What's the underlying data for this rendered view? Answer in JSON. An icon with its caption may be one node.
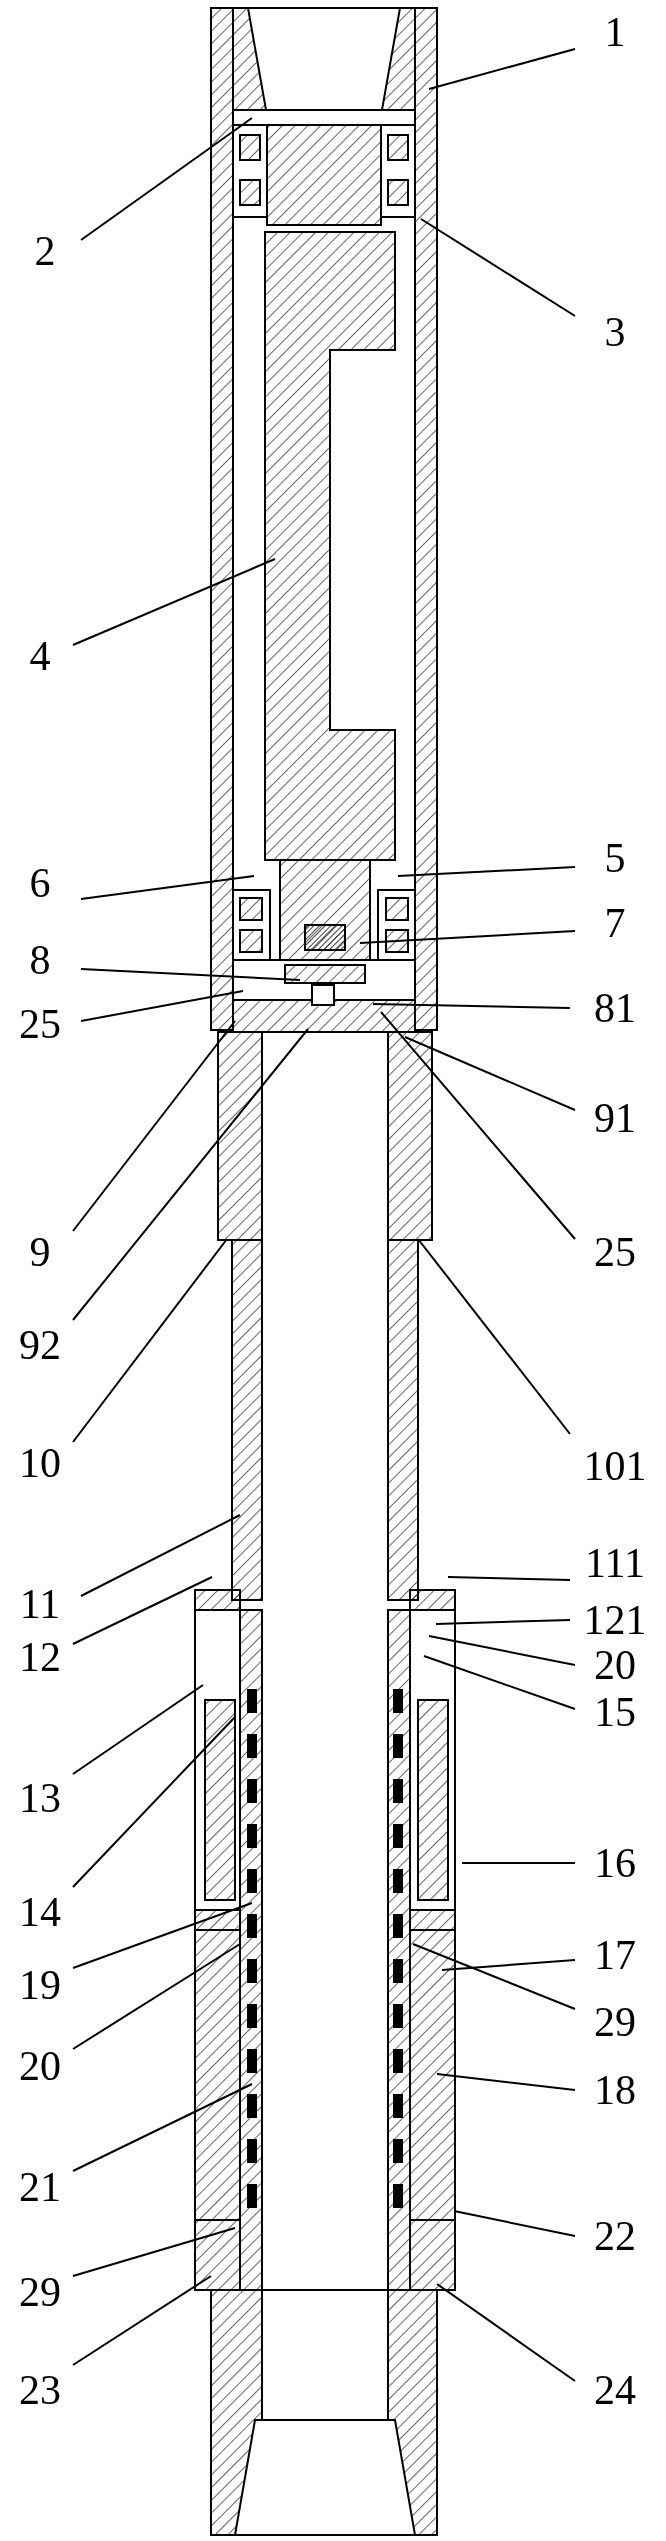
{
  "diagram": {
    "nodes": [
      {
        "text": [
          "1"
        ]
      },
      {
        "text": [
          "2"
        ]
      },
      {
        "text": [
          "3"
        ]
      },
      {
        "text": [
          "4"
        ]
      },
      {
        "text": [
          "5"
        ]
      },
      {
        "text": [
          "6"
        ]
      },
      {
        "text": [
          "7"
        ]
      },
      {
        "text": [
          "8"
        ]
      },
      {
        "text": [
          "81"
        ]
      },
      {
        "text": [
          "25"
        ]
      },
      {
        "text": [
          "91"
        ]
      },
      {
        "text": [
          "9"
        ]
      },
      {
        "text": [
          "25"
        ]
      },
      {
        "text": [
          "92"
        ]
      },
      {
        "text": [
          "10"
        ]
      },
      {
        "text": [
          "101"
        ]
      },
      {
        "text": [
          "111"
        ]
      },
      {
        "text": [
          "11"
        ]
      },
      {
        "text": [
          "121"
        ]
      },
      {
        "text": [
          "12"
        ]
      },
      {
        "text": [
          "20"
        ]
      },
      {
        "text": [
          "15"
        ]
      },
      {
        "text": [
          "13"
        ]
      },
      {
        "text": [
          "16"
        ]
      },
      {
        "text": [
          "14"
        ]
      },
      {
        "text": [
          "17"
        ]
      },
      {
        "text": [
          "19"
        ]
      },
      {
        "text": [
          "29"
        ]
      },
      {
        "text": [
          "20"
        ]
      },
      {
        "text": [
          "18"
        ]
      },
      {
        "text": [
          "21"
        ]
      },
      {
        "text": [
          "22"
        ]
      },
      {
        "text": [
          "29"
        ]
      },
      {
        "text": [
          "23"
        ]
      },
      {
        "text": [
          "24"
        ]
      }
    ],
    "edges": [
      {
        "from": 0,
        "to": null,
        "arrow": "none"
      },
      {
        "from": 1,
        "to": null,
        "arrow": "none"
      },
      {
        "from": 2,
        "to": null,
        "arrow": "none"
      },
      {
        "from": 3,
        "to": null,
        "arrow": "none"
      },
      {
        "from": 4,
        "to": null,
        "arrow": "none"
      },
      {
        "from": 5,
        "to": null,
        "arrow": "none"
      },
      {
        "from": 6,
        "to": null,
        "arrow": "none"
      },
      {
        "from": 7,
        "to": null,
        "arrow": "none"
      },
      {
        "from": 8,
        "to": null,
        "arrow": "none"
      },
      {
        "from": 9,
        "to": null,
        "arrow": "none"
      },
      {
        "from": 10,
        "to": null,
        "arrow": "none"
      },
      {
        "from": 11,
        "to": null,
        "arrow": "none"
      },
      {
        "from": 12,
        "to": null,
        "arrow": "none"
      },
      {
        "from": 13,
        "to": null,
        "arrow": "none"
      },
      {
        "from": 14,
        "to": null,
        "arrow": "none"
      },
      {
        "from": 15,
        "to": null,
        "arrow": "none"
      },
      {
        "from": 16,
        "to": null,
        "arrow": "none"
      },
      {
        "from": 17,
        "to": null,
        "arrow": "none"
      },
      {
        "from": 18,
        "to": null,
        "arrow": "none"
      },
      {
        "from": 19,
        "to": null,
        "arrow": "none"
      },
      {
        "from": 20,
        "to": null,
        "arrow": "none"
      },
      {
        "from": 21,
        "to": null,
        "arrow": "none"
      },
      {
        "from": 22,
        "to": null,
        "arrow": "none"
      },
      {
        "from": 23,
        "to": null,
        "arrow": "none"
      },
      {
        "from": 24,
        "to": null,
        "arrow": "none"
      },
      {
        "from": 25,
        "to": null,
        "arrow": "none"
      },
      {
        "from": 26,
        "to": null,
        "arrow": "none"
      },
      {
        "from": 27,
        "to": null,
        "arrow": "none"
      },
      {
        "from": 28,
        "to": null,
        "arrow": "none"
      },
      {
        "from": 29,
        "to": null,
        "arrow": "none"
      },
      {
        "from": 30,
        "to": null,
        "arrow": "none"
      },
      {
        "from": 31,
        "to": null,
        "arrow": "none"
      },
      {
        "from": 32,
        "to": null,
        "arrow": "none"
      },
      {
        "from": 33,
        "to": null,
        "arrow": "none"
      },
      {
        "from": 34,
        "to": null,
        "arrow": "none"
      }
    ]
  }
}
